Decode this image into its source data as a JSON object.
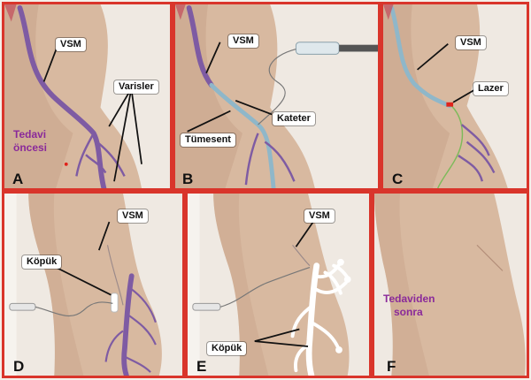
{
  "colors": {
    "frame": "#d9352b",
    "skin": "#d8b9a0",
    "skin_shade": "#b98f78",
    "vein": "#7e5ba3",
    "catheter": "#8fb7c9",
    "laser": "#e0231b",
    "foam": "#ffffff",
    "caption_text": "#8a2a9a"
  },
  "panels": [
    {
      "letter": "A",
      "labels": {
        "vsm": "VSM",
        "varisler": "Varisler"
      },
      "caption": [
        "Tedavi",
        "öncesi"
      ]
    },
    {
      "letter": "B",
      "labels": {
        "vsm": "VSM",
        "kateter": "Kateter",
        "tumesent": "Tümesent"
      }
    },
    {
      "letter": "C",
      "labels": {
        "vsm": "VSM",
        "lazer": "Lazer"
      }
    },
    {
      "letter": "D",
      "labels": {
        "vsm": "VSM",
        "kopuk": "Köpük"
      }
    },
    {
      "letter": "E",
      "labels": {
        "vsm": "VSM",
        "kopuk": "Köpük"
      }
    },
    {
      "letter": "F",
      "caption": [
        "Tedaviden",
        "sonra"
      ]
    }
  ]
}
